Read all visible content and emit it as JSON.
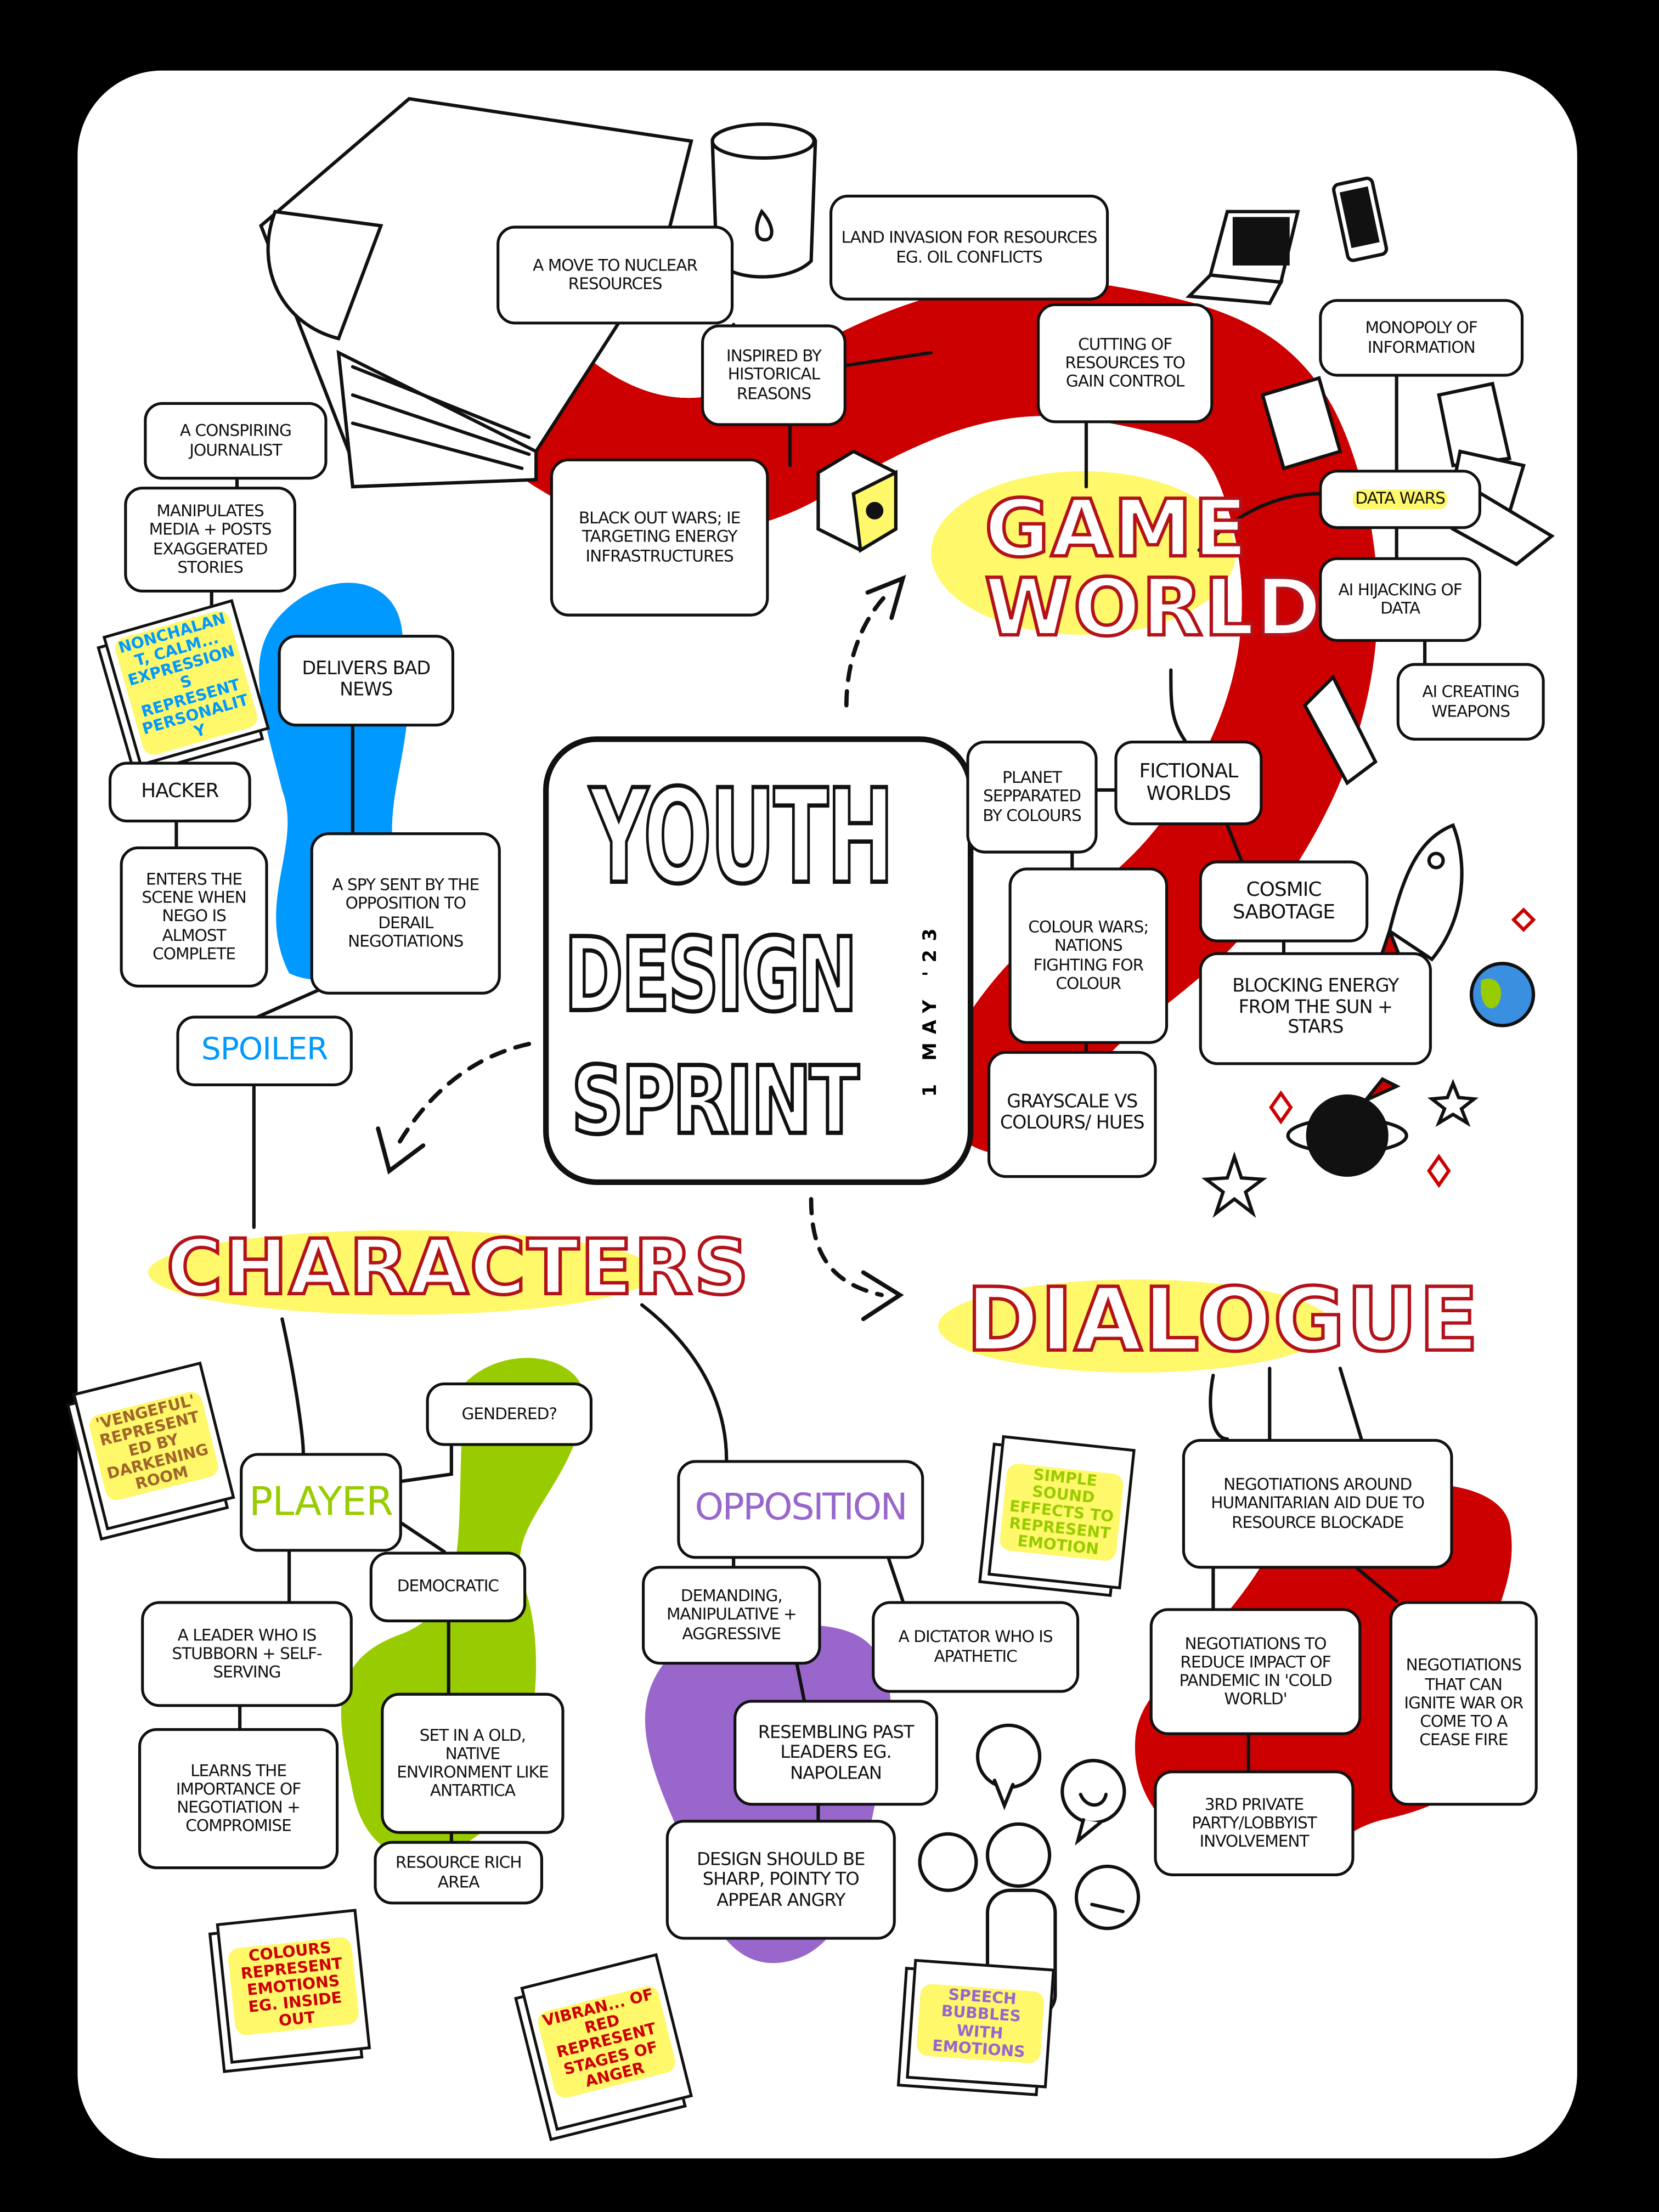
{
  "title": {
    "line1": "YOUTH",
    "line2": "DESIGN",
    "line3": "SPRINT",
    "date": "1 MAY '23"
  },
  "colors": {
    "background": "#000000",
    "paper": "#ffffff",
    "heading_red": "#b3121b",
    "highlight_yellow": "#fff86b",
    "spoiler_blue": "#0099ff",
    "player_green": "#99cc00",
    "opposition_purple": "#9966cc",
    "dialogue_red": "#cc0000",
    "note_brown": "#a0652a"
  },
  "game_world": {
    "heading_line1": "GAME",
    "heading_line2": "WORLD",
    "nodes": [
      "A MOVE TO NUCLEAR RESOURCES",
      "LAND INVASION FOR RESOURCES EG. OIL CONFLICTS",
      "INSPIRED BY HISTORICAL REASONS",
      "CUTTING OF RESOURCES TO GAIN CONTROL",
      "BLACK OUT WARS; IE TARGETING ENERGY INFRASTRUCTURES",
      "MONOPOLY OF INFORMATION",
      "DATA WARS",
      "AI HIJACKING OF DATA",
      "AI CREATING WEAPONS",
      "PLANET SEPPARATED BY COLOURS",
      "FICTIONAL WORLDS",
      "COLOUR WARS; NATIONS FIGHTING FOR COLOUR",
      "GRAYSCALE VS COLOURS/ HUES",
      "COSMIC SABOTAGE",
      "BLOCKING ENERGY FROM THE SUN + STARS"
    ]
  },
  "characters": {
    "heading": "CHARACTERS",
    "spoiler": {
      "label": "SPOILER",
      "nodes": [
        "A CONSPIRING JOURNALIST",
        "MANIPULATES MEDIA + POSTS EXAGGERATED STORIES",
        "DELIVERS BAD NEWS",
        "HACKER",
        "ENTERS THE SCENE WHEN NEGO IS ALMOST COMPLETE",
        "A SPY SENT BY THE OPPOSITION TO DERAIL NEGOTIATIONS"
      ],
      "note": "NONCHALANT, CALM... EXPRESSIONS REPRESENT PERSONALITY"
    },
    "player": {
      "label": "PLAYER",
      "nodes": [
        "GENDERED?",
        "DEMOCRATIC",
        "A LEADER WHO IS STUBBORN + SELF-SERVING",
        "LEARNS THE IMPORTANCE OF NEGOTIATION + COMPROMISE",
        "SET IN A OLD, NATIVE ENVIRONMENT LIKE ANTARTICA",
        "RESOURCE RICH AREA"
      ],
      "notes": [
        "'VENGEFUL' REPRESENTED BY DARKENING ROOM",
        "COLOURS REPRESENT EMOTIONS EG. INSIDE OUT"
      ]
    },
    "opposition": {
      "label": "OPPOSITION",
      "nodes": [
        "DEMANDING, MANIPULATIVE + AGGRESSIVE",
        "A DICTATOR WHO IS APATHETIC",
        "RESEMBLING PAST LEADERS EG. NAPOLEAN",
        "DESIGN SHOULD BE SHARP, POINTY TO APPEAR ANGRY"
      ],
      "notes": [
        "SIMPLE SOUND EFFECTS TO REPRESENT EMOTION",
        "VIBRAN... OF RED REPRESENT STAGES OF ANGER",
        "SPEECH BUBBLES WITH EMOTIONS"
      ]
    }
  },
  "dialogue": {
    "heading": "DIALOGUE",
    "nodes": [
      "NEGOTIATIONS AROUND HUMANITARIAN AID DUE TO RESOURCE BLOCKADE",
      "NEGOTIATIONS TO REDUCE IMPACT OF PANDEMIC IN 'COLD WORLD'",
      "3RD PRIVATE PARTY/LOBBYIST INVOLVEMENT",
      "NEGOTIATIONS THAT CAN IGNITE WAR OR COME TO A CEASE FIRE"
    ]
  }
}
